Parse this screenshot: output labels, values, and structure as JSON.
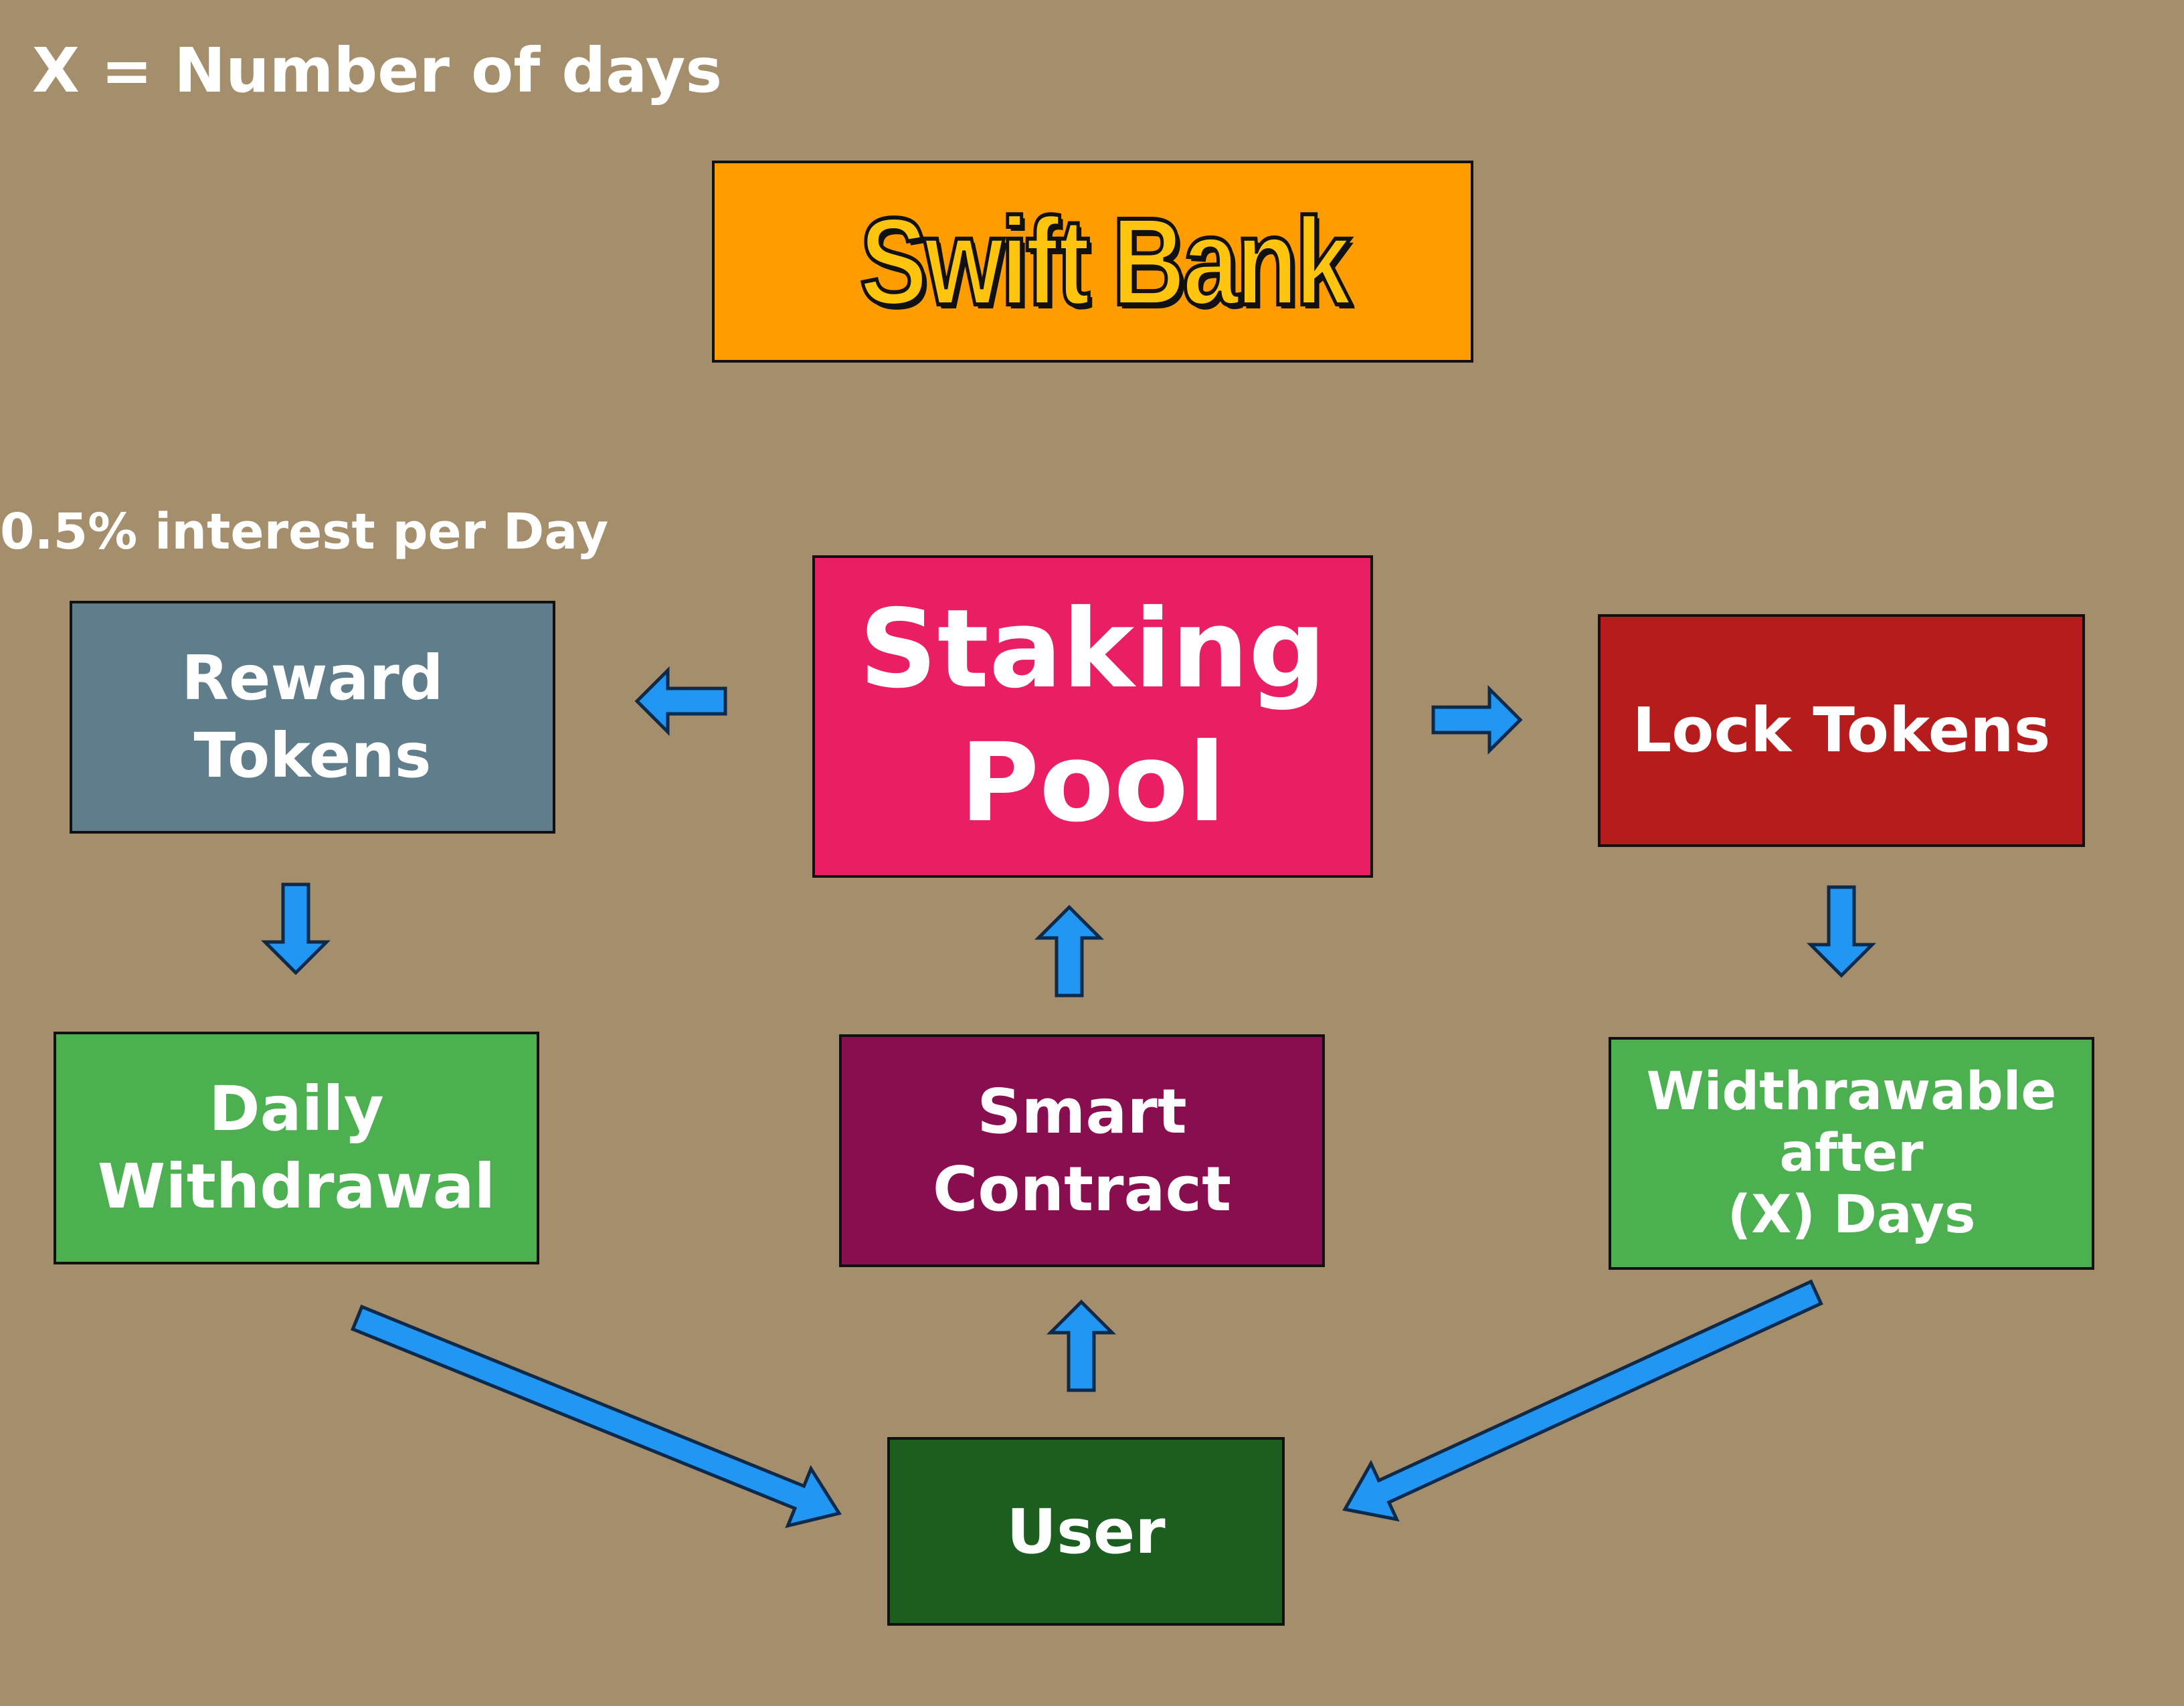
{
  "notes": {
    "days_legend": "X = Number of days",
    "interest": "0.5% interest per Day"
  },
  "nodes": {
    "swift_bank": {
      "lines": [
        "Swift Bank"
      ],
      "color": "#ff9c00"
    },
    "staking_pool": {
      "lines": [
        "Staking",
        "Pool"
      ],
      "color": "#e91e63"
    },
    "reward_tokens": {
      "lines": [
        "Reward",
        "Tokens"
      ],
      "color": "#607d8b"
    },
    "lock_tokens": {
      "lines": [
        "Lock Tokens"
      ],
      "color": "#b71c1c"
    },
    "daily_withdrawal": {
      "lines": [
        "Daily",
        "Withdrawal"
      ],
      "color": "#4caf50"
    },
    "smart_contract": {
      "lines": [
        "Smart",
        "Contract"
      ],
      "color": "#880e4f"
    },
    "withdrawable": {
      "lines": [
        "Widthrawable",
        "after",
        "(X) Days"
      ],
      "color": "#4caf50"
    },
    "user": {
      "lines": [
        "User"
      ],
      "color": "#1b5e20"
    }
  },
  "colors": {
    "background": "#a58e6c",
    "arrow_fill": "#2196f3",
    "arrow_stroke": "#0d2a4a",
    "text": "#ffffff"
  }
}
